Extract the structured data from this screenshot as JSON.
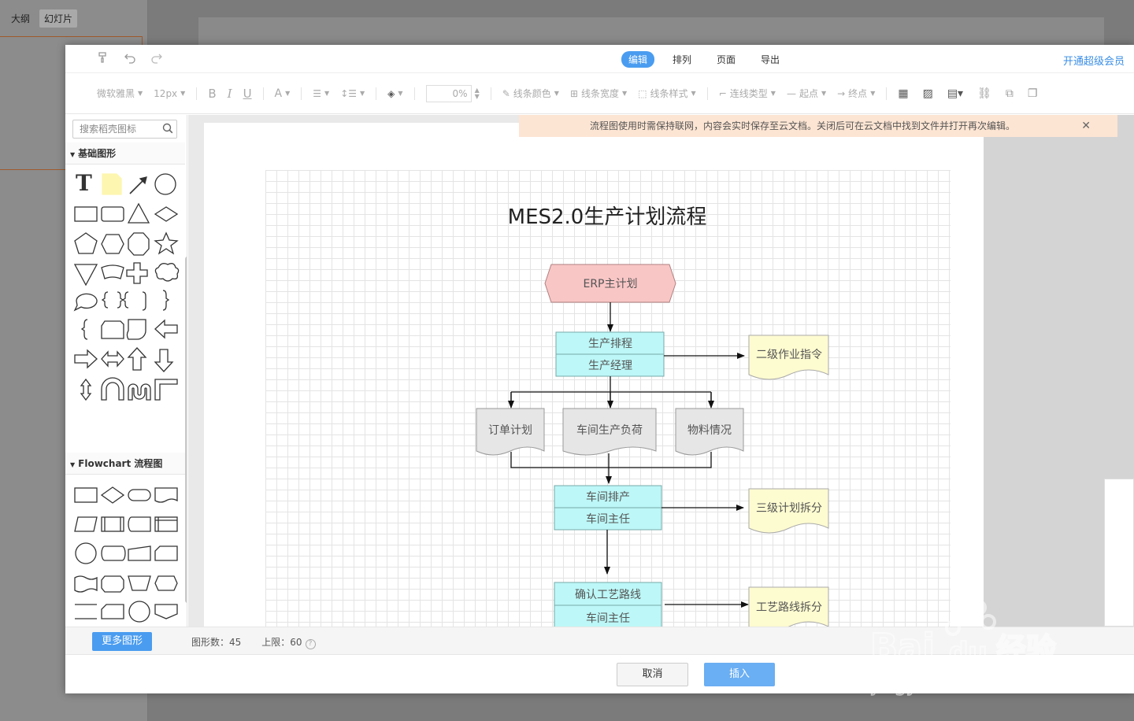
{
  "background": {
    "tabs": [
      "大纲",
      "幻灯片"
    ],
    "active_tab": 1
  },
  "topbar": {
    "menu": [
      "编辑",
      "排列",
      "页面",
      "导出"
    ],
    "active_menu": 0,
    "vip_link": "开通超级会员"
  },
  "toolbar": {
    "font_family": "微软雅黑",
    "font_size": "12px",
    "bold": "B",
    "italic": "I",
    "underline": "U",
    "font_color": "A",
    "opacity": "0%",
    "line_color": "线条颜色",
    "line_width": "线条宽度",
    "line_style": "线条样式",
    "connector_type": "连线类型",
    "start_point": "起点",
    "end_point": "终点"
  },
  "sidebar": {
    "search_placeholder": "搜索稻壳图标",
    "section_basic": "基础图形",
    "section_flowchart": "Flowchart 流程图"
  },
  "notice": {
    "text": "流程图使用时需保持联网，内容会实时保存至云文档。关闭后可在云文档中找到文件并打开再次编辑。"
  },
  "diagram": {
    "title": "MES2.0生产计划流程",
    "nodes": {
      "erp": "ERP主计划",
      "schedule": "生产排程",
      "prod_manager": "生产经理",
      "level2": "二级作业指令",
      "order_plan": "订单计划",
      "workshop_load": "车间生产负荷",
      "material": "物料情况",
      "workshop_schedule": "车间排产",
      "workshop_head_1": "车间主任",
      "level3": "三级计划拆分",
      "confirm_route": "确认工艺路线",
      "workshop_head_2": "车间主任",
      "route_split": "工艺路线拆分"
    }
  },
  "status": {
    "more_shapes": "更多图形",
    "shape_count": "图形数：45",
    "limit": "上限：60"
  },
  "footer": {
    "cancel": "取消",
    "insert": "插入"
  },
  "watermark": {
    "brand": "Bai经验",
    "url": "jingyan.baidu.com"
  }
}
